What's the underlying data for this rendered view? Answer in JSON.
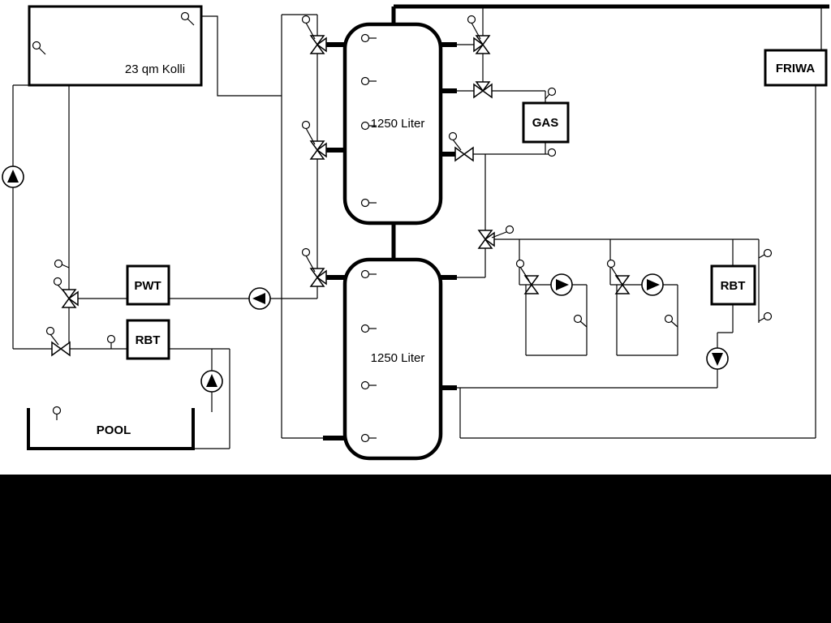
{
  "labels": {
    "collector": "23 qm Kolli",
    "tank_top": "1250 Liter",
    "tank_bottom": "1250 Liter",
    "gas": "GAS",
    "friwa": "FRIWA",
    "pwt": "PWT",
    "rbt_left": "RBT",
    "rbt_right": "RBT",
    "pool": "POOL"
  },
  "colors": {
    "line": "#000000",
    "diagram_background": "#ffffff",
    "page_background": "#000000"
  }
}
